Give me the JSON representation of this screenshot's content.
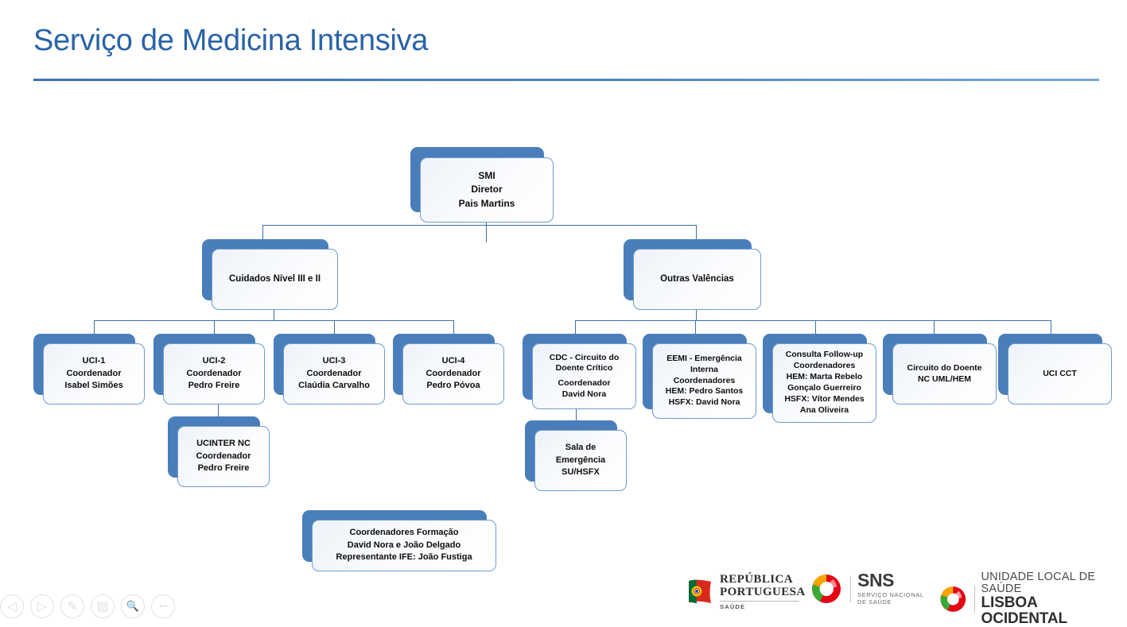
{
  "slide": {
    "title": "Serviço de Medicina Intensiva"
  },
  "chart": {
    "root": {
      "lines": [
        "SMI",
        "Diretor",
        "Pais Martins"
      ]
    },
    "branches": [
      {
        "lines": [
          "Cuidados Nível III e II"
        ]
      },
      {
        "lines": [
          "Outras Valências"
        ]
      }
    ],
    "left_children": [
      {
        "lines": [
          "UCI-1",
          "Coordenador",
          "Isabel Simões"
        ]
      },
      {
        "lines": [
          "UCI-2",
          "Coordenador",
          "Pedro Freire"
        ]
      },
      {
        "lines": [
          "UCI-3",
          "Coordenador",
          "Claúdia Carvalho"
        ]
      },
      {
        "lines": [
          "UCI-4",
          "Coordenador",
          "Pedro Póvoa"
        ]
      }
    ],
    "left_grandchild": {
      "lines": [
        "UCINTER NC",
        "Coordenador",
        "Pedro Freire"
      ]
    },
    "right_children": [
      {
        "lines": [
          "CDC - Circuito do",
          "Doente Crítico",
          "",
          "Coordenador",
          "David Nora"
        ]
      },
      {
        "lines": [
          "EEMI - Emergência",
          "Interna",
          "Coordenadores",
          "HEM: Pedro Santos",
          "HSFX: David Nora"
        ]
      },
      {
        "lines": [
          "Consulta Follow-up",
          "Coordenadores",
          "HEM: Marta Rebelo",
          "Gonçalo Guerreiro",
          "HSFX: Vítor Mendes",
          "Ana Oliveira"
        ]
      },
      {
        "lines": [
          "Circuito do Doente",
          "NC UML/HEM"
        ]
      },
      {
        "lines": [
          "UCI CCT"
        ]
      }
    ],
    "right_grandchild": {
      "lines": [
        "Sala de",
        "Emergência",
        "SU/HSFX"
      ]
    },
    "training": {
      "lines": [
        "Coordenadores Formação",
        "David Nora e João Delgado",
        "Representante IFE: João Fustiga"
      ]
    },
    "colors": {
      "shadow": "#4a7ebb",
      "card_border": "#6f9bd1",
      "card_fill": "#f3f6fb",
      "connector": "#3e6fa8",
      "title": "#2a63a8"
    }
  },
  "logos": {
    "republica": {
      "line1": "REPÚBLICA",
      "line2": "PORTUGUESA",
      "sub": "SAÚDE"
    },
    "sns": {
      "name": "SNS",
      "sub1": "SERVIÇO NACIONAL",
      "sub2": "DE SAÚDE"
    },
    "uls": {
      "line1": "UNIDADE LOCAL DE SAÚDE",
      "line2": "LISBOA OCIDENTAL"
    }
  },
  "toolbar": {
    "items": [
      {
        "name": "previous-slide-button",
        "glyph": "◁"
      },
      {
        "name": "next-slide-button",
        "glyph": "▷"
      },
      {
        "name": "pen-tool-button",
        "glyph": "✎"
      },
      {
        "name": "slide-overview-button",
        "glyph": "▤"
      },
      {
        "name": "zoom-button",
        "glyph": "🔍"
      },
      {
        "name": "more-options-button",
        "glyph": "•••"
      }
    ]
  }
}
